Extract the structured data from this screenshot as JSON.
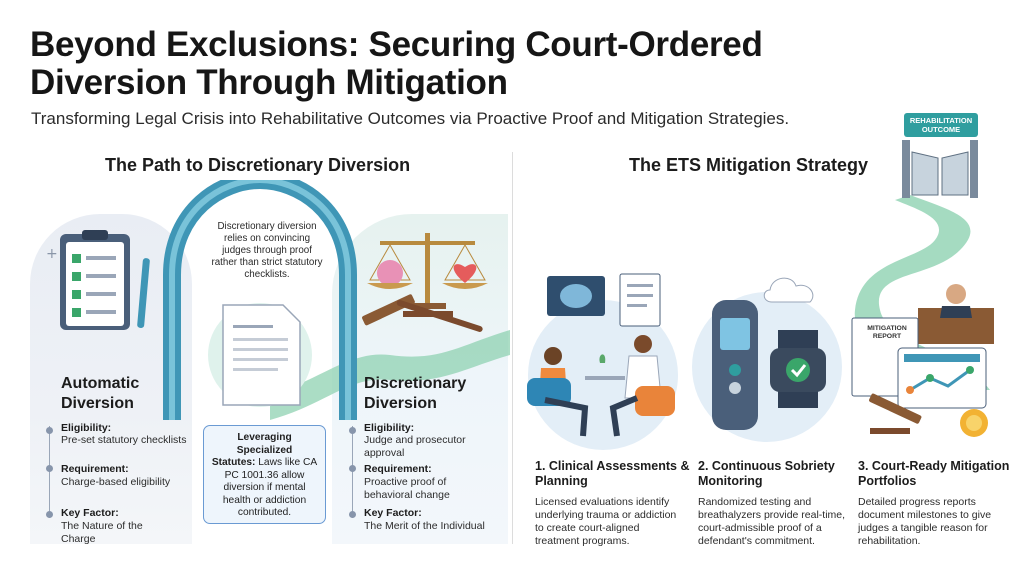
{
  "header": {
    "title": "Beyond Exclusions: Securing Court-Ordered Diversion Through Mitigation",
    "subtitle": "Transforming Legal Crisis into Rehabilitative Outcomes via Proactive Proof and Mitigation Strategies."
  },
  "left_section": {
    "heading": "The Path to Discretionary Diversion",
    "arch_callout": "Discretionary diversion relies on convincing judges through proof rather than strict statutory checklists.",
    "automatic": {
      "title": "Automatic Diversion",
      "items": [
        {
          "label": "Eligibility:",
          "text": "Pre-set statutory checklists"
        },
        {
          "label": "Requirement:",
          "text": "Charge-based eligibility"
        },
        {
          "label": "Key Factor:",
          "text": "The Nature of the Charge"
        }
      ]
    },
    "statutes_box": {
      "heading": "Leveraging Specialized",
      "label": "Statutes:",
      "text": "Laws like CA PC 1001.36 allow diversion if mental health or addiction contributed."
    },
    "discretionary": {
      "title": "Discretionary Diversion",
      "items": [
        {
          "label": "Eligibility:",
          "text": "Judge and prosecutor approval"
        },
        {
          "label": "Requirement:",
          "text": "Proactive proof of behavioral change"
        },
        {
          "label": "Key Factor:",
          "text": "The Merit of the Individual"
        }
      ]
    }
  },
  "right_section": {
    "heading": "The ETS Mitigation Strategy",
    "badge": "REHABILITATION OUTCOME",
    "report_label": "MITIGATION REPORT",
    "steps": [
      {
        "title": "1. Clinical Assessments & Planning",
        "text": "Licensed evaluations identify underlying trauma or addiction to create court-aligned treatment programs."
      },
      {
        "title": "2. Continuous Sobriety Monitoring",
        "text": "Randomized testing and breathalyzers provide real-time, court-admissible proof of a defendant's commitment."
      },
      {
        "title": "3. Court-Ready Mitigation Portfolios",
        "text": "Detailed progress reports document milestones to give judges a tangible reason for rehabilitation."
      }
    ]
  },
  "colors": {
    "accent_teal": "#2f9e9f",
    "accent_blue": "#6a9ad3",
    "arch_teal": "#3f96b6",
    "path_green": "#7cc8a4",
    "gavel_brown": "#7b4a2d",
    "heart_red": "#e55c5c"
  }
}
